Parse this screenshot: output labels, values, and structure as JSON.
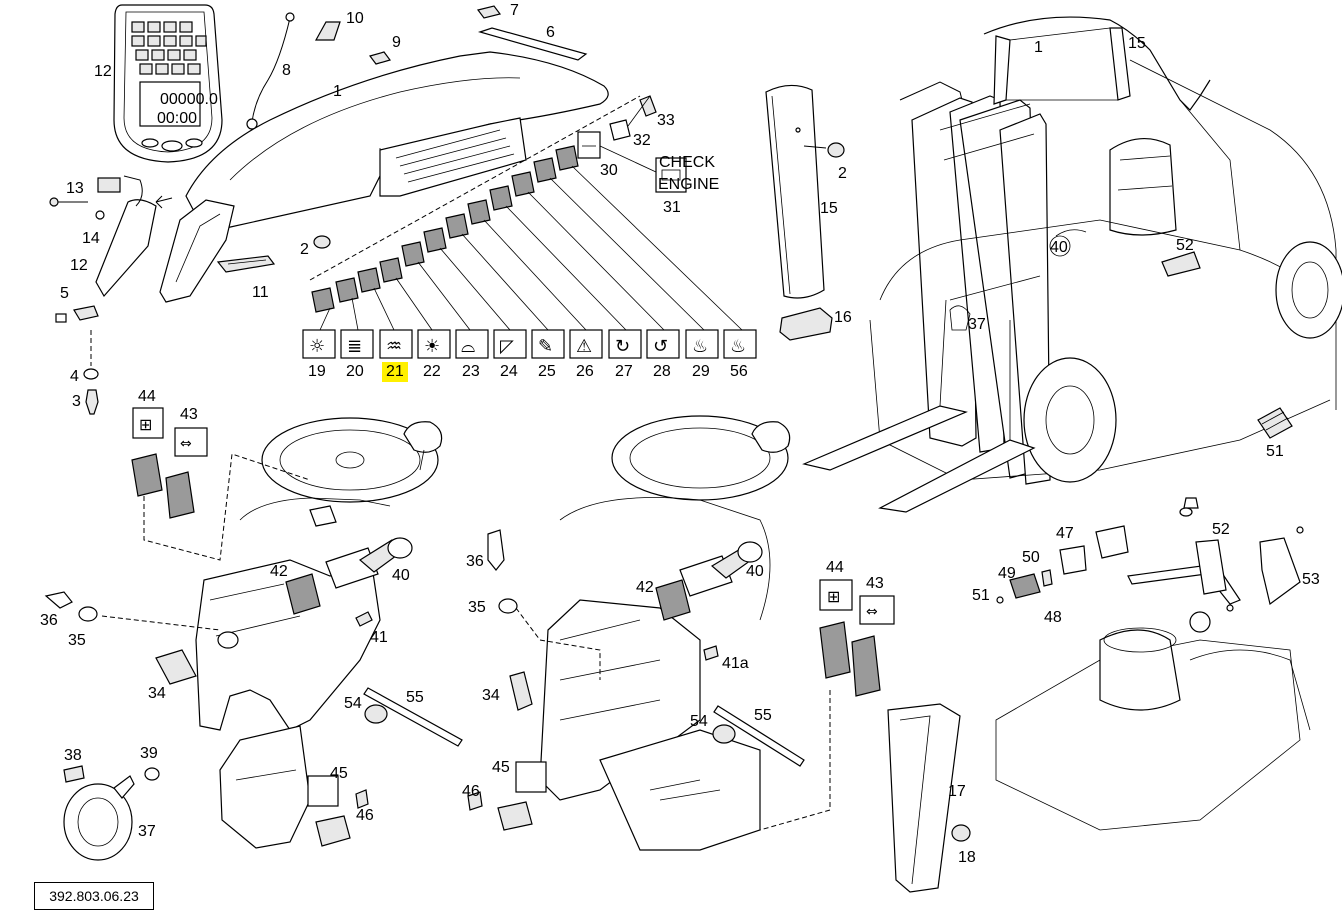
{
  "diagram": {
    "document_code": "392.803.06.23",
    "highlighted_callout": "21",
    "callouts": {
      "c1a": "1",
      "c1b": "1",
      "c2a": "2",
      "c2b": "2",
      "c3": "3",
      "c4": "4",
      "c5": "5",
      "c6": "6",
      "c7": "7",
      "c8": "8",
      "c9": "9",
      "c10": "10",
      "c11": "11",
      "c12a": "12",
      "c12b": "12",
      "c13": "13",
      "c14": "14",
      "c15a": "15",
      "c15b": "15",
      "c16": "16",
      "c17": "17",
      "c18": "18",
      "c19": "19",
      "c20": "20",
      "c21": "21",
      "c22": "22",
      "c23": "23",
      "c24": "24",
      "c25": "25",
      "c26": "26",
      "c27": "27",
      "c28": "28",
      "c29": "29",
      "c56": "56",
      "c30": "30",
      "c31": "31",
      "c32": "32",
      "c33": "33",
      "c34a": "34",
      "c34b": "34",
      "c35a": "35",
      "c35b": "35",
      "c36a": "36",
      "c36b": "36",
      "c37a": "37",
      "c37b": "37",
      "c38": "38",
      "c39": "39",
      "c40a": "40",
      "c40b": "40",
      "c40c": "40",
      "c41": "41",
      "c41a": "41a",
      "c42a": "42",
      "c42b": "42",
      "c43a": "43",
      "c43b": "43",
      "c44a": "44",
      "c44b": "44",
      "c45a": "45",
      "c45b": "45",
      "c46a": "46",
      "c46b": "46",
      "c47": "47",
      "c48": "48",
      "c49": "49",
      "c50": "50",
      "c51a": "51",
      "c51b": "51",
      "c52a": "52",
      "c52b": "52",
      "c53": "53",
      "c54a": "54",
      "c54b": "54",
      "c55a": "55",
      "c55b": "55"
    },
    "panel_text": {
      "hour_meter": "00:00",
      "odometer": "00000.0",
      "check_engine_top": "CHECK",
      "check_engine_bottom": "ENGINE"
    }
  }
}
